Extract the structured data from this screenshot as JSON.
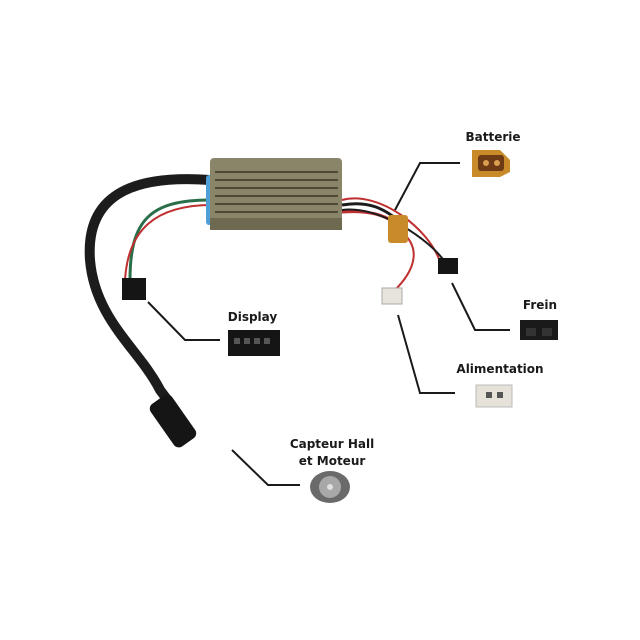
{
  "labels": {
    "battery": "Batterie",
    "brake": "Frein",
    "power": "Alimentation",
    "display": "Display",
    "hall_line1": "Capteur Hall",
    "hall_line2": "et Moteur"
  },
  "colors": {
    "controller_body": "#8a8468",
    "cable": "#1c1c1c",
    "battery_connector": "#c98a2a",
    "leader_line": "#1a1a1a"
  }
}
